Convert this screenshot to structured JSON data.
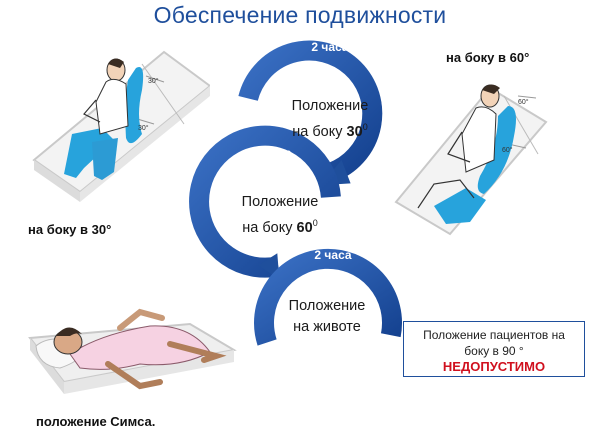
{
  "title": "Обеспечение подвижности",
  "labels": {
    "side30": "на боку в 30°",
    "side60": "на боку в 60°",
    "sims": "положение Симса."
  },
  "cycle": {
    "hours": "2 часа",
    "nodes": [
      {
        "line1": "Положение",
        "line2": "на боку",
        "value": "30",
        "sup": "0"
      },
      {
        "line1": "Положение",
        "line2": "на боку",
        "value": "60",
        "sup": "0"
      },
      {
        "line1": "Положение",
        "line2": "на животе"
      }
    ]
  },
  "picture_marks": {
    "angle_a": "30°",
    "angle_b": "30°",
    "angle_c": "60°",
    "angle_d": "60°"
  },
  "warning": {
    "line1": "Положение пациентов на",
    "line2": "боку в 90 °",
    "alert": "НЕДОПУСТИМО"
  },
  "colors": {
    "accent": "#1f4f9c",
    "ring": "#2457a6",
    "alert": "#d0101e",
    "cushion": "#27a3dc"
  }
}
